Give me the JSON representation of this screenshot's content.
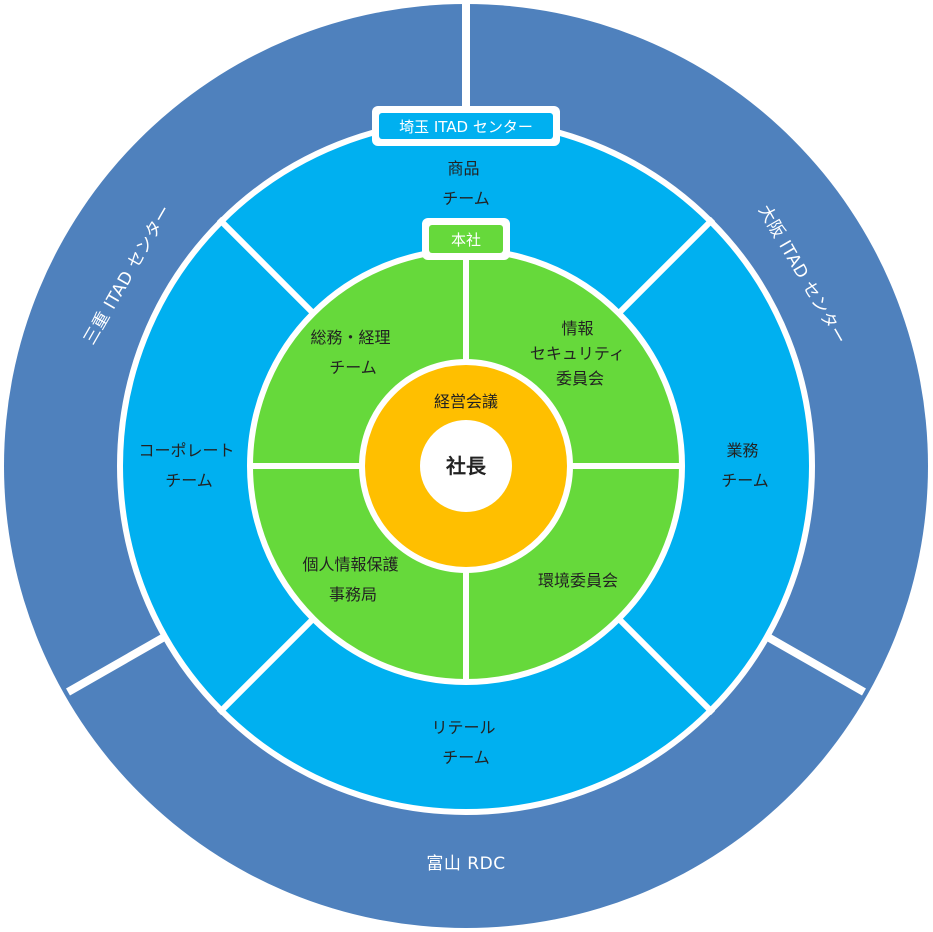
{
  "colors": {
    "outer_ring": "#4f81bd",
    "middle_ring": "#00b0f0",
    "inner_ring": "#66d93b",
    "core_ring": "#ffbf00",
    "center": "#ffffff",
    "divider": "#ffffff"
  },
  "outer_ring": {
    "top_left": "三重 ITAD センター",
    "top_right": "大阪 ITAD センター",
    "bottom": "富山 RDC"
  },
  "middle_ring": {
    "tag": "埼玉 ITAD センター",
    "teams": {
      "top": [
        "商品",
        "チーム"
      ],
      "right": [
        "業務",
        "チーム"
      ],
      "bottom": [
        "リテール",
        "チーム"
      ],
      "left": [
        "コーポレート",
        "チーム"
      ]
    }
  },
  "inner_ring": {
    "tag": "本社",
    "groups": {
      "top_left": [
        "総務・経理",
        "チーム"
      ],
      "top_right": [
        "情報",
        "セキュリティ",
        "委員会"
      ],
      "bottom_right": [
        "環境委員会"
      ],
      "bottom_left": [
        "個人情報保護",
        "事務局"
      ]
    }
  },
  "core": {
    "label": "経営会議",
    "center": "社長"
  }
}
